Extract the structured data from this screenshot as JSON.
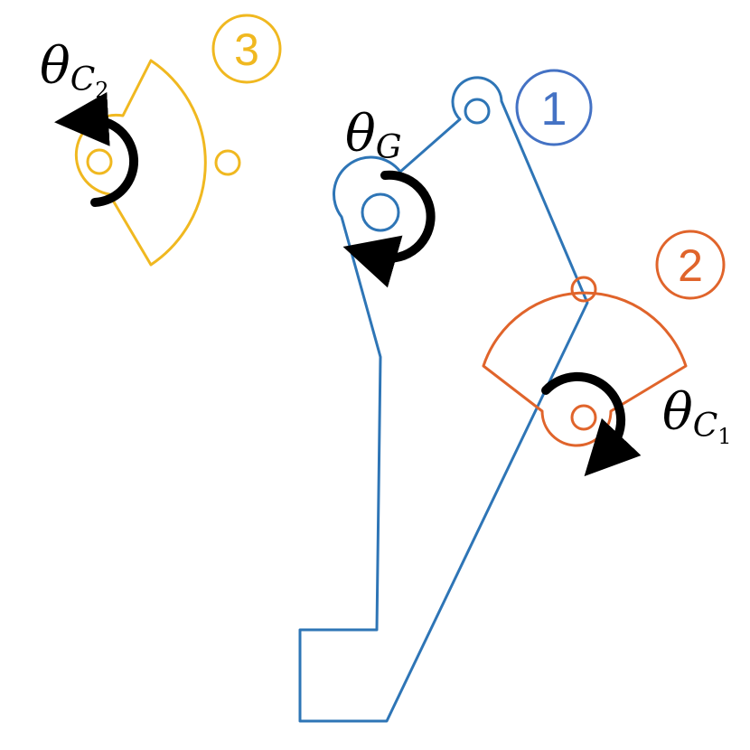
{
  "colors": {
    "part1": "#2e75b6",
    "part2": "#e0642b",
    "part3": "#f0b820",
    "arrow": "#000000",
    "background": "#ffffff"
  },
  "parts": [
    {
      "id": "part-1",
      "number": "1"
    },
    {
      "id": "part-2",
      "number": "2"
    },
    {
      "id": "part-3",
      "number": "3"
    }
  ],
  "angles": [
    {
      "id": "theta-g",
      "symbol": "θ",
      "subscript": "G"
    },
    {
      "id": "theta-c1",
      "symbol": "θ",
      "subscript": "C",
      "sub_index": "1"
    },
    {
      "id": "theta-c2",
      "symbol": "θ",
      "subscript": "C",
      "sub_index": "2"
    }
  ],
  "icons": [
    "rotation-arrow-icon"
  ]
}
